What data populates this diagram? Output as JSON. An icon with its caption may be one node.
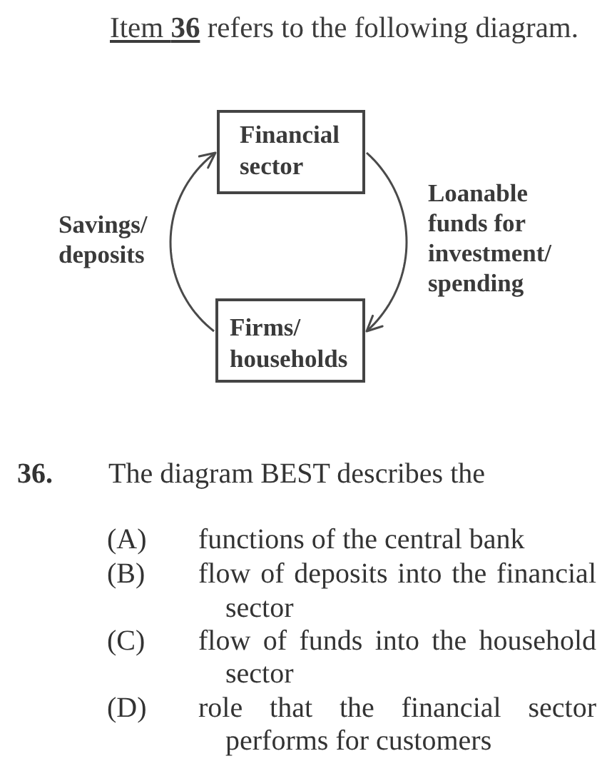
{
  "diagram": {
    "title": "Item **36** refers to the following diagram.",
    "nodes": [
      {
        "text": [
          "Financial sector"
        ]
      },
      {
        "text": [
          "Firms/ households"
        ]
      }
    ],
    "edges": [
      {
        "from": 1,
        "to": 0,
        "arrow": "to",
        "label": "Savings/ deposits"
      },
      {
        "from": 0,
        "to": 1,
        "arrow": "to",
        "label": "Loanable funds for investment/ spending"
      }
    ],
    "labels": [
      "36.",
      "The diagram BEST describes the",
      "(A)",
      "functions of the central bank",
      "(B)",
      "flow of deposits into the financial sector",
      "(C)",
      "flow of funds into the household sector",
      "(D)",
      "role that the financial sector performs for customers"
    ]
  }
}
